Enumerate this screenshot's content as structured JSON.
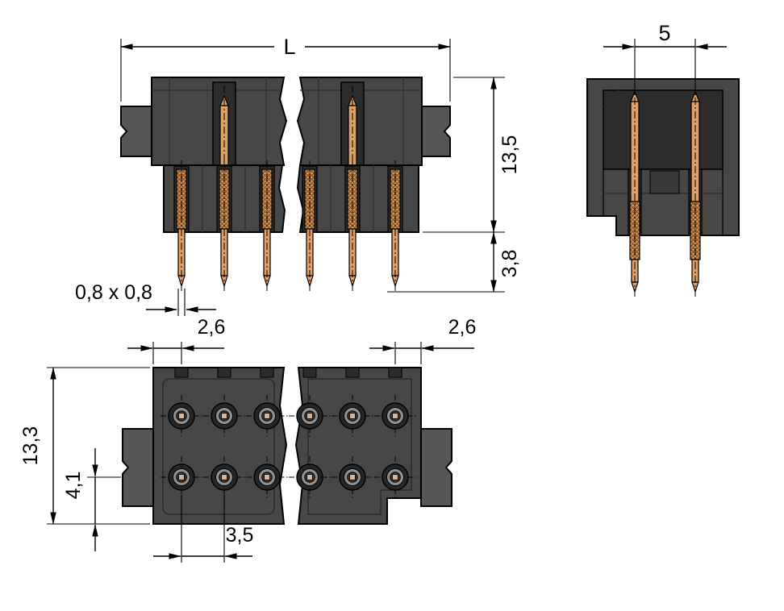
{
  "page": {
    "background": "#ffffff"
  },
  "views": {
    "side": {
      "name": "side-view",
      "dims": {
        "length": "L",
        "body_height": "13,5",
        "pin_length": "3,8",
        "pin_cross_section": "0,8 x 0,8"
      }
    },
    "front": {
      "name": "front-view",
      "dims": {
        "pin_row_spacing": "5"
      }
    },
    "bottom": {
      "name": "bottom-view",
      "dims": {
        "edge_to_pin_left": "2,6",
        "edge_to_pin_right": "2,6",
        "overall_depth": "13,3",
        "pin_row_offset": "4,1",
        "pin_pitch": "3,5"
      }
    }
  },
  "colors": {
    "housing": "#474747",
    "housing_light": "#565656",
    "cavity": "#2c2c2c",
    "pin_copper": "#dfa06a",
    "knurl_hatch": "#7c4a1e",
    "outline": "#000000",
    "dimension_lines": "#000000",
    "background": "#ffffff"
  }
}
